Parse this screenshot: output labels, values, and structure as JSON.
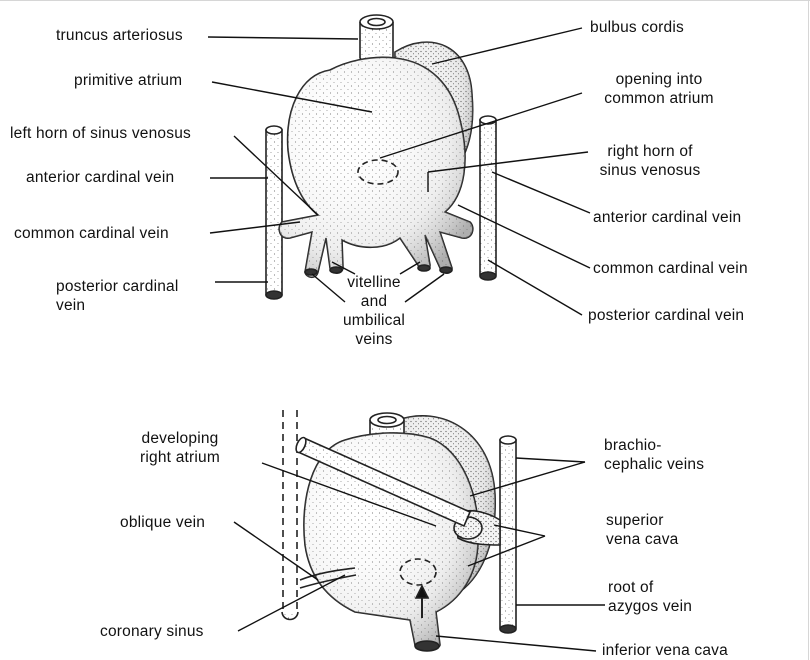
{
  "top_figure": {
    "labels": {
      "truncus_arteriosus": "truncus arteriosus",
      "bulbus_cordis": "bulbus cordis",
      "primitive_atrium": "primitive atrium",
      "opening_into_common_atrium": [
        "opening into",
        "common atrium"
      ],
      "left_horn_sinus_venosus": "left horn of sinus venosus",
      "right_horn_sinus_venosus": [
        "right horn of",
        "sinus venosus"
      ],
      "anterior_cardinal_vein_left": "anterior cardinal vein",
      "anterior_cardinal_vein_right": "anterior cardinal vein",
      "common_cardinal_vein_left": "common cardinal vein",
      "common_cardinal_vein_right": "common cardinal vein",
      "posterior_cardinal_vein_left": [
        "posterior cardinal",
        "vein"
      ],
      "posterior_cardinal_vein_right": "posterior cardinal vein",
      "vitelline_umbilical_veins": [
        "vitelline",
        "and",
        "umbilical",
        "veins"
      ]
    }
  },
  "bottom_figure": {
    "labels": {
      "developing_right_atrium": [
        "developing",
        "right atrium"
      ],
      "oblique_vein": "oblique vein",
      "coronary_sinus": "coronary sinus",
      "brachiocephalic_veins": [
        "brachio-",
        "cephalic veins"
      ],
      "superior_vena_cava": [
        "superior",
        "vena cava"
      ],
      "root_of_azygos_vein": [
        "root of",
        "azygos vein"
      ],
      "inferior_vena_cava": "inferior vena cava"
    }
  }
}
